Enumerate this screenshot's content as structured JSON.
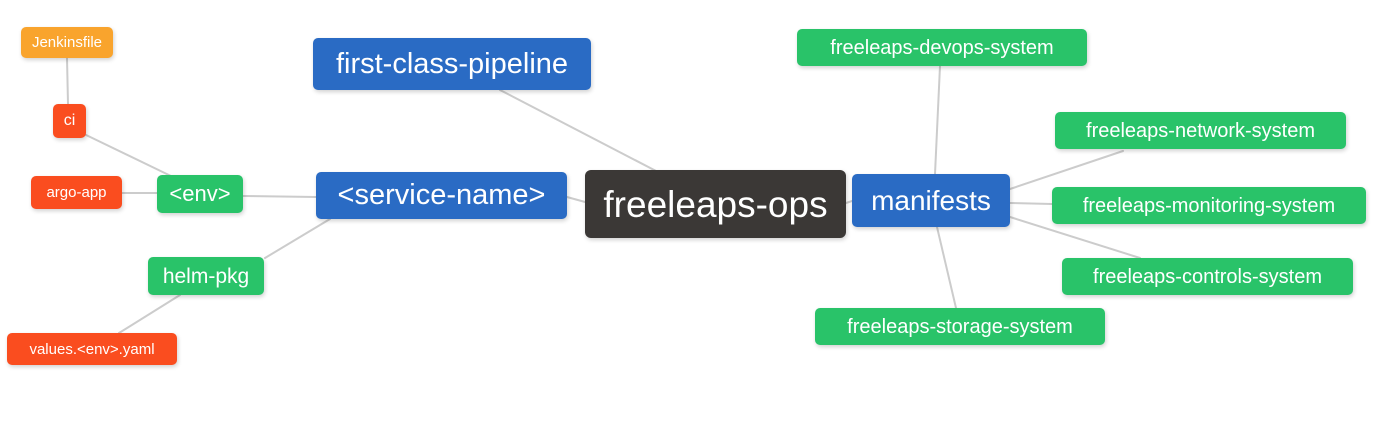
{
  "diagram": {
    "title": "freeleaps-ops mind map",
    "background_color": "#ffffff",
    "edge_color": "#cccccc",
    "colors": {
      "root": "#3b3836",
      "blue": "#2a6bc4",
      "green": "#29c369",
      "orange_red": "#fa4d1f",
      "amber": "#f9a42d"
    },
    "nodes": {
      "root": {
        "label": "freeleaps-ops",
        "color": "#3b3836"
      },
      "first_class_pipeline": {
        "label": "first-class-pipeline",
        "color": "#2a6bc4"
      },
      "service_name": {
        "label": "<service-name>",
        "color": "#2a6bc4"
      },
      "manifests": {
        "label": "manifests",
        "color": "#2a6bc4"
      },
      "env": {
        "label": "<env>",
        "color": "#29c369"
      },
      "helm_pkg": {
        "label": "helm-pkg",
        "color": "#29c369"
      },
      "jenkinsfile": {
        "label": "Jenkinsfile",
        "color": "#f9a42d"
      },
      "ci": {
        "label": "ci",
        "color": "#fa4d1f"
      },
      "argo_app": {
        "label": "argo-app",
        "color": "#fa4d1f"
      },
      "values_env_yaml": {
        "label": "values.<env>.yaml",
        "color": "#fa4d1f"
      },
      "devops_system": {
        "label": "freeleaps-devops-system",
        "color": "#29c369"
      },
      "network_system": {
        "label": "freeleaps-network-system",
        "color": "#29c369"
      },
      "monitoring_system": {
        "label": "freeleaps-monitoring-system",
        "color": "#29c369"
      },
      "controls_system": {
        "label": "freeleaps-controls-system",
        "color": "#29c369"
      },
      "storage_system": {
        "label": "freeleaps-storage-system",
        "color": "#29c369"
      }
    },
    "edges": [
      [
        "jenkinsfile",
        "ci"
      ],
      [
        "ci",
        "env"
      ],
      [
        "argo_app",
        "env"
      ],
      [
        "env",
        "service_name"
      ],
      [
        "helm_pkg",
        "service_name"
      ],
      [
        "values_env_yaml",
        "helm_pkg"
      ],
      [
        "first_class_pipeline",
        "root"
      ],
      [
        "service_name",
        "root"
      ],
      [
        "root",
        "manifests"
      ],
      [
        "manifests",
        "devops_system"
      ],
      [
        "manifests",
        "network_system"
      ],
      [
        "manifests",
        "monitoring_system"
      ],
      [
        "manifests",
        "controls_system"
      ],
      [
        "manifests",
        "storage_system"
      ]
    ]
  }
}
